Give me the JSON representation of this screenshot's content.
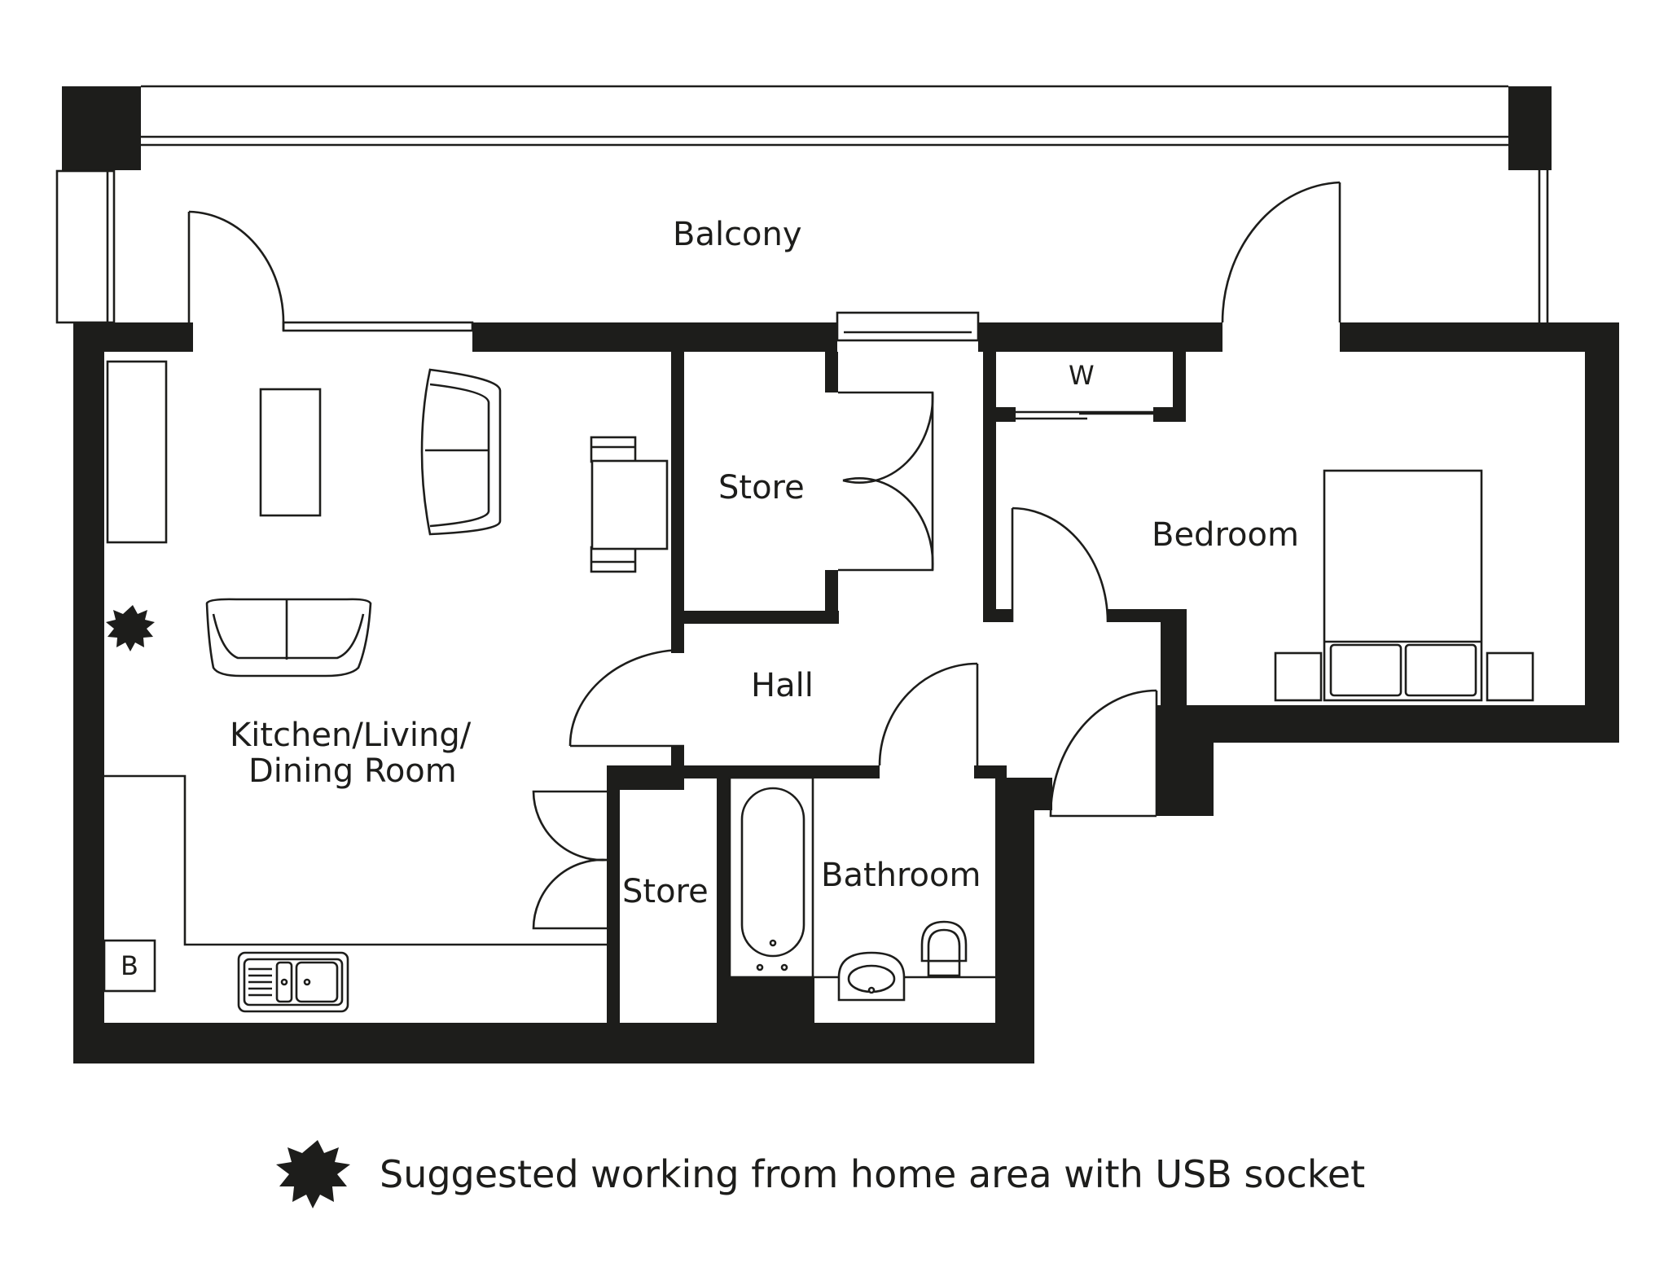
{
  "rooms": {
    "balcony": "Balcony",
    "store_top": "Store",
    "wardrobe": "W",
    "bedroom": "Bedroom",
    "hall": "Hall",
    "kitchen_line1": "Kitchen/Living/",
    "kitchen_line2": "Dining Room",
    "store_bottom": "Store",
    "bathroom": "Bathroom",
    "boiler": "B"
  },
  "legend": {
    "icon": "star-burst-icon",
    "text": "Suggested working from home area with USB socket"
  },
  "colors": {
    "wall": "#1d1d1b",
    "background": "#ffffff"
  }
}
